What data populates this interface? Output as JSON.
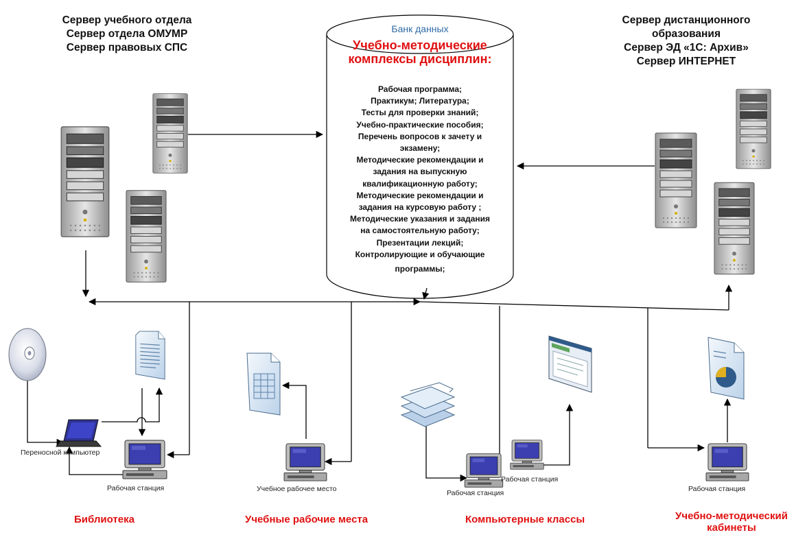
{
  "left_servers": [
    "Сервер учебного отдела",
    "Сервер отдела ОМУМР",
    "Сервер правовых СПС"
  ],
  "right_servers": [
    "Сервер дистанционного",
    "образования",
    "Сервер ЭД «1С: Архив»",
    "Сервер ИНТЕРНЕТ"
  ],
  "databank": {
    "title": "Банк данных",
    "heading": [
      "Учебно-методические",
      "комплексы дисциплин:"
    ],
    "items": [
      "Рабочая программа;",
      "Практикум; Литература;",
      "Тесты для проверки знаний;",
      "Учебно-практические пособия;",
      "Перечень вопросов к зачету и",
      "экзамену;",
      "Методические рекомендации и",
      "задания на выпускную",
      "квалификационную работу;",
      "Методические рекомендации и",
      "задания на курсовую работу ;",
      "Методические указания и задания",
      "на самостоятельную работу;",
      "Презентации лекций;",
      "Контролирующие и обучающие",
      "программы;"
    ]
  },
  "device_labels": {
    "laptop": "Переносной компьютер",
    "ws_library": "Рабочая станция",
    "ws_study": "Учебное рабочее место",
    "ws_class_front": "Рабочая станция",
    "ws_class_back": "Рабочая станция",
    "ws_cabinet": "Рабочая станция"
  },
  "places": {
    "library": "Библиотека",
    "study": "Учебные рабочие места",
    "classes": "Компьютерные классы",
    "cabinet": [
      "Учебно-методический",
      "кабинеты"
    ]
  },
  "colors": {
    "place_text": "#e01010",
    "db_title": "#2f6aa6",
    "db_heading": "#e01010",
    "line": "#000000",
    "server_body": "#c8c8c8",
    "monitor_screen": "#3b3fb0",
    "doc_fill": "#dce8f5"
  },
  "icons": [
    "server-icon",
    "cd-icon",
    "laptop-icon",
    "workstation-icon",
    "document-icon",
    "spreadsheet-icon",
    "stack-of-pages-icon",
    "web-page-icon",
    "pie-chart-report-icon",
    "database-cylinder"
  ]
}
